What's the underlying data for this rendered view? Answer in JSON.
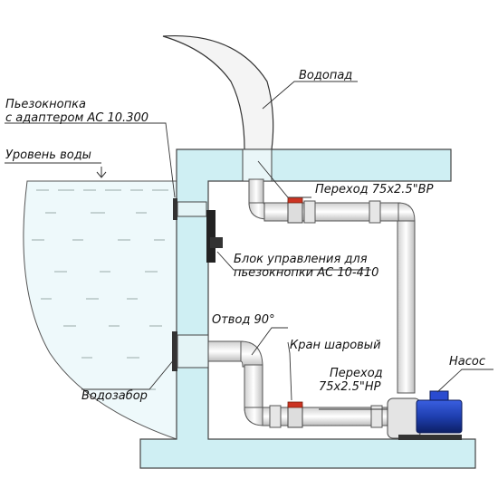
{
  "colors": {
    "wall": "#cfeff3",
    "outline": "#333333",
    "pipe": "#f2f2f2",
    "valve": "#cc3322",
    "pump_motor": "#1f3fb0",
    "water": "#eef9fb"
  },
  "labels": {
    "waterfall": "Водопад",
    "piezo_button_line1": "Пьезокнопка",
    "piezo_button_line2": "с адаптером АС 10.300",
    "water_level": "Уровень воды",
    "adapter_top": "Переход 75х2.5\"ВР",
    "control_unit_line1": "Блок управления для",
    "control_unit_line2": "пьезокнопки АС 10-410",
    "elbow": "Отвод 90°",
    "ball_valve": "Кран шаровый",
    "pump": "Насос",
    "adapter_bottom_line1": "Переход",
    "adapter_bottom_line2": "75х2.5\"НР",
    "intake": "Водозабор"
  }
}
